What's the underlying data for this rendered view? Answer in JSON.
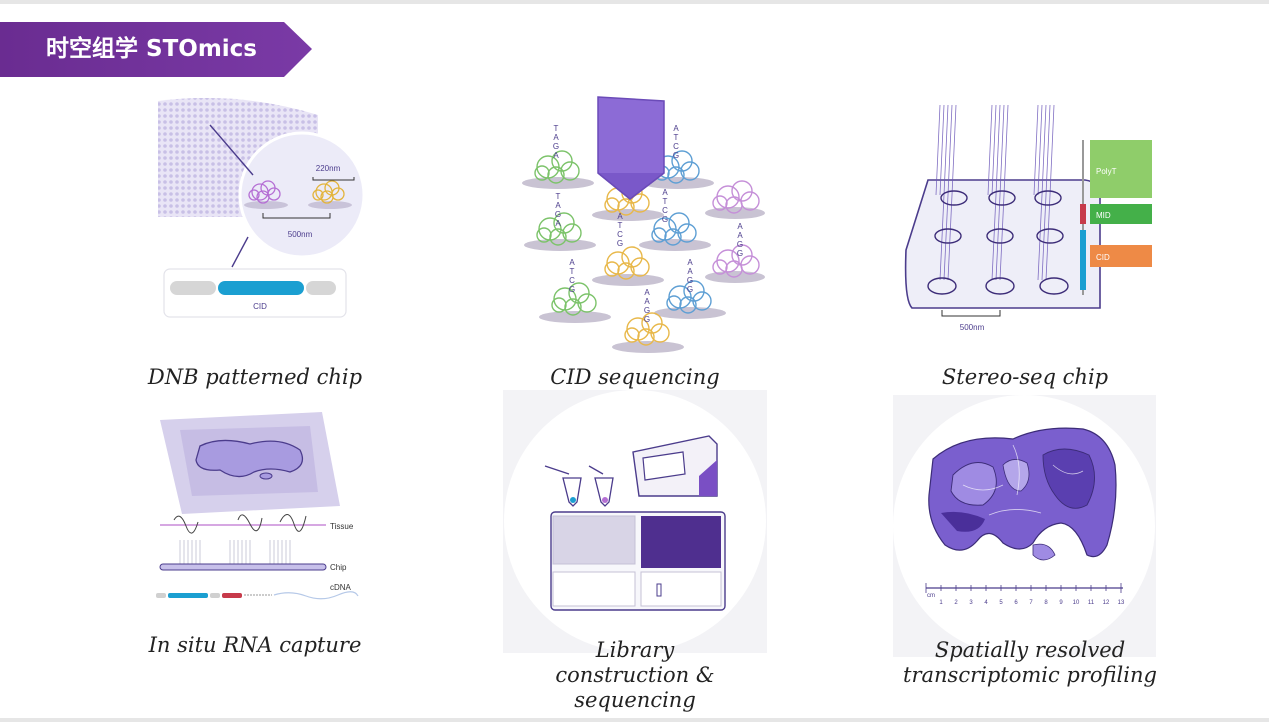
{
  "header": {
    "title": "时空组学 STOmics"
  },
  "panels": [
    {
      "id": "dnb",
      "caption": "DNB patterned chip",
      "labels": {
        "spot_size": "220nm",
        "spacing": "500nm",
        "cid": "CID"
      }
    },
    {
      "id": "cid-seq",
      "caption": "CID sequencing",
      "labels": {
        "seqs": [
          "T",
          "A",
          "G",
          "A",
          "A",
          "T",
          "C",
          "G",
          "T",
          "A",
          "G",
          "A",
          "A",
          "T",
          "C",
          "G",
          "A",
          "T",
          "C",
          "G",
          "A",
          "T",
          "C",
          "G",
          "A",
          "A",
          "G",
          "G",
          "A",
          "A",
          "G",
          "G",
          "A",
          "A",
          "G",
          "G"
        ]
      }
    },
    {
      "id": "stereo",
      "caption": "Stereo-seq chip",
      "labels": {
        "polyt": "PolyT",
        "mid": "MID",
        "cid": "CID",
        "spacing": "500nm"
      }
    },
    {
      "id": "insitu",
      "caption": "In situ RNA capture",
      "labels": {
        "tissue": "Tissue",
        "chip": "Chip",
        "cdna": "cDNA"
      }
    },
    {
      "id": "library",
      "caption_lines": [
        "Library",
        "construction &",
        "sequencing"
      ]
    },
    {
      "id": "spatial",
      "caption_lines": [
        "Spatially resolved",
        "transcriptomic profiling"
      ],
      "labels": {
        "unit": "cm",
        "ticks": [
          "1",
          "2",
          "3",
          "4",
          "5",
          "6",
          "7",
          "8",
          "9",
          "10",
          "11",
          "12",
          "13"
        ]
      }
    }
  ]
}
